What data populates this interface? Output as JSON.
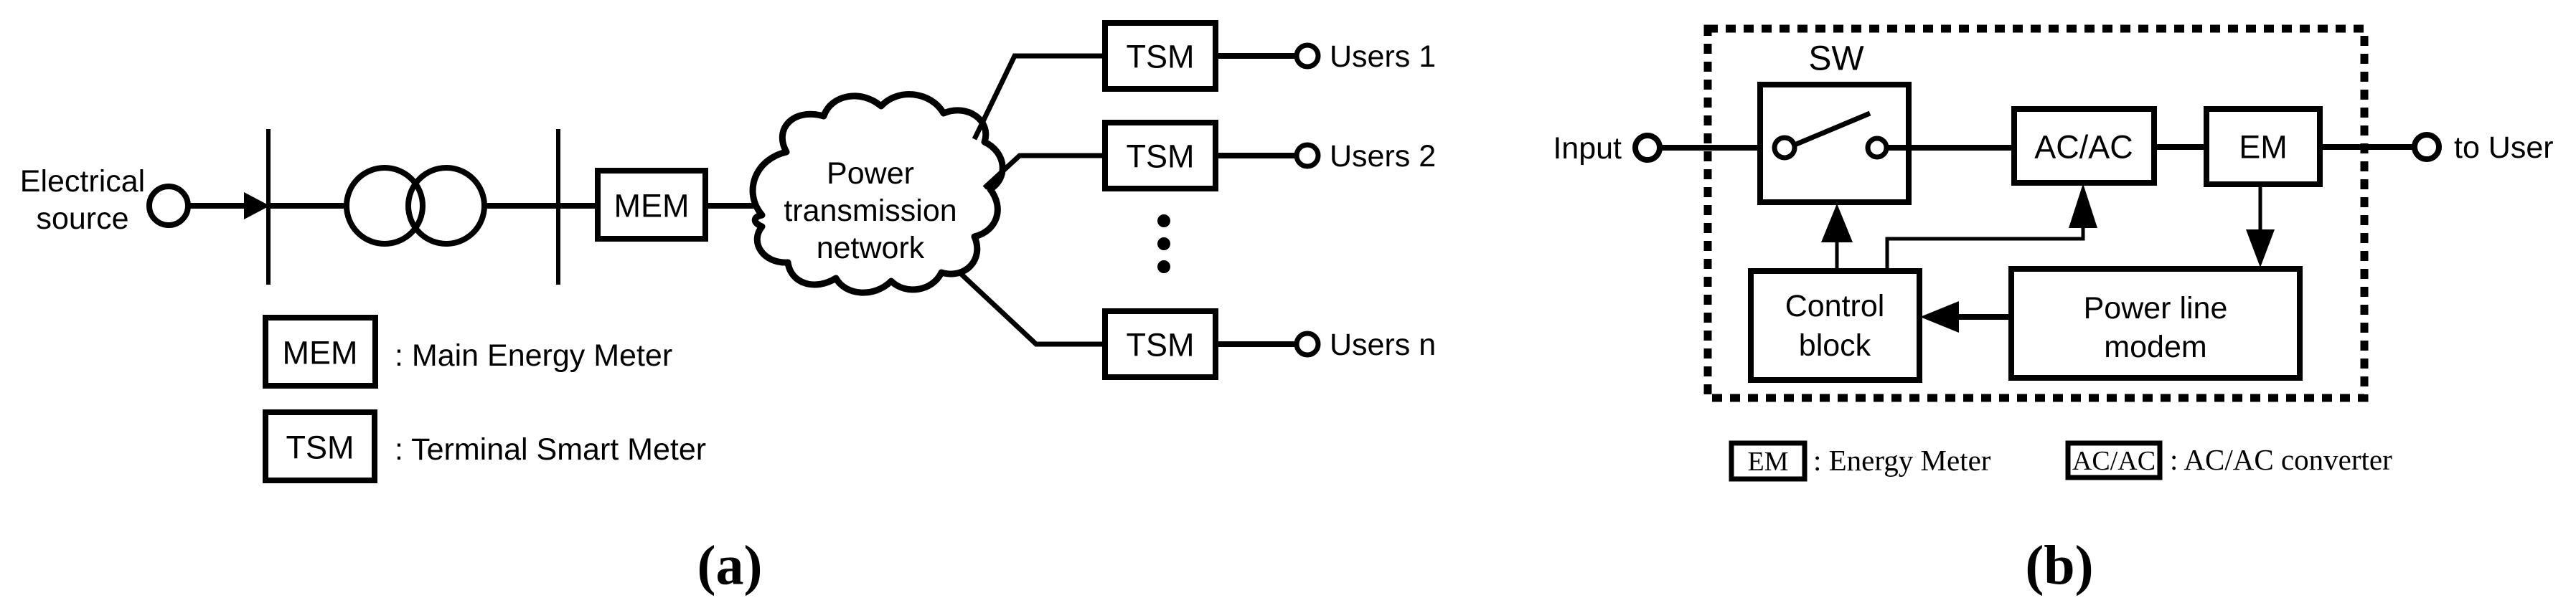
{
  "figure": {
    "colors": {
      "ink": "#000000",
      "background": "#ffffff"
    },
    "panel_a": {
      "caption": "(a)",
      "source_label_line1": "Electrical",
      "source_label_line2": "source",
      "mem_box_label": "MEM",
      "cloud_line1": "Power",
      "cloud_line2": "transmission",
      "cloud_line3": "network",
      "tsm_box_1": "TSM",
      "tsm_box_2": "TSM",
      "tsm_box_n": "TSM",
      "user_1": "Users 1",
      "user_2": "Users 2",
      "user_n": "Users n",
      "legend": [
        {
          "symbol": "MEM",
          "description": ": Main Energy Meter"
        },
        {
          "symbol": "TSM",
          "description": ": Terminal Smart Meter"
        }
      ]
    },
    "panel_b": {
      "caption": "(b)",
      "input_label": "Input",
      "sw_label": "SW",
      "acac_box_label": "AC/AC",
      "em_box_label": "EM",
      "control_line1": "Control",
      "control_line2": "block",
      "modem_line1": "Power line",
      "modem_line2": "modem",
      "to_user_label": "to User",
      "legend": [
        {
          "symbol": "EM",
          "description": ": Energy Meter"
        },
        {
          "symbol": "AC/AC",
          "description": ": AC/AC converter"
        }
      ]
    }
  }
}
